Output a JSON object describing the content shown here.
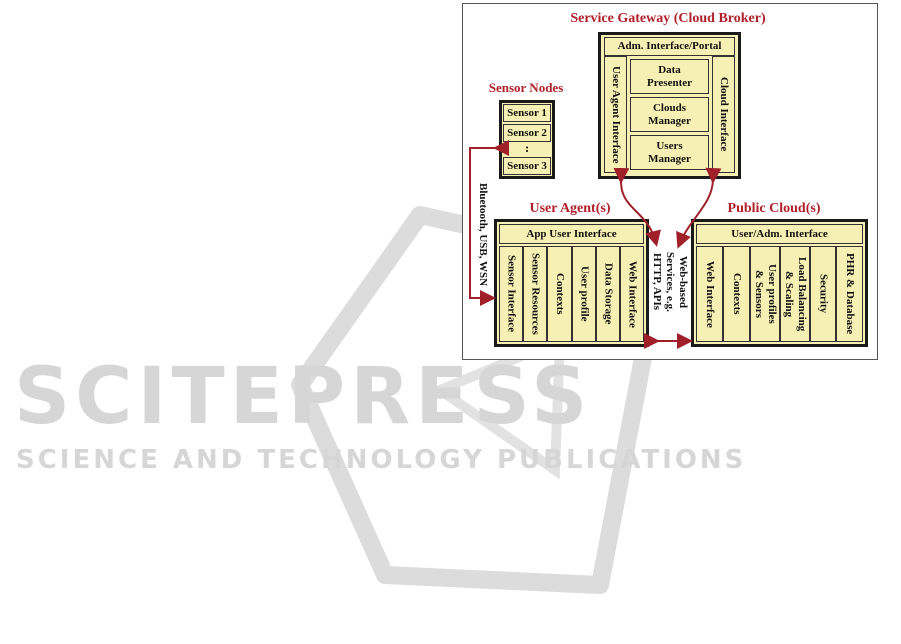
{
  "watermark": {
    "main": "SCITEPRESS",
    "sub": "SCIENCE AND TECHNOLOGY PUBLICATIONS"
  },
  "diagram": {
    "service_gateway": {
      "title": "Service Gateway (Cloud Broker)",
      "portal": "Adm. Interface/Portal",
      "left_side": "User Agent Interface",
      "right_side": "Cloud Interface",
      "modules": [
        "Data\nPresenter",
        "Clouds\nManager",
        "Users\nManager"
      ]
    },
    "sensor_nodes": {
      "title": "Sensor Nodes",
      "sensors": [
        "Sensor 1",
        "Sensor 2",
        ":",
        "Sensor 3"
      ]
    },
    "user_agent": {
      "title": "User Agent(s)",
      "header": "App User Interface",
      "columns": [
        "Sensor Interface",
        "Sensor Resources",
        "Contexts",
        "User profile",
        "Data Storage",
        "Web Interface"
      ]
    },
    "public_cloud": {
      "title": "Public Cloud(s)",
      "header": "User/Adm. Interface",
      "columns": [
        "Web Interface",
        "Contexts",
        "User profiles\n& Sensors",
        "Load Balancing\n& Scaling",
        "Security",
        "PHR & Database"
      ]
    },
    "link_sensor_agent": "Bluetooth, USB, WSN",
    "link_web_services": "Web-based\nServices, e.g.\nHTTP, APIs"
  },
  "colors": {
    "box_fill": "#f7f0b4",
    "title_red": "#b0202a",
    "arrow": "#a0202a",
    "watermark": "#d6d6d6"
  }
}
